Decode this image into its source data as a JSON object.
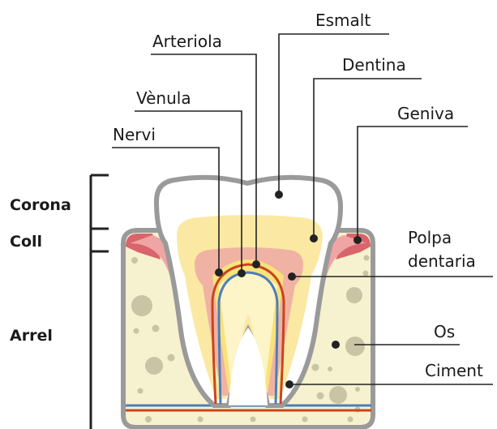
{
  "labels": {
    "esmalt": "Esmalt",
    "arteriola": "Arteriola",
    "dentina": "Dentina",
    "venula": "Vènula",
    "geniva": "Geniva",
    "nervi": "Nervi",
    "polpa_line1": "Polpa",
    "polpa_line2": "dentaria",
    "os": "Os",
    "ciment": "Ciment"
  },
  "regions": {
    "corona": "Corona",
    "coll": "Coll",
    "arrel": "Arrel"
  },
  "colors": {
    "bone": "#f6f2cf",
    "bone_spots": "#c9c5a4",
    "gum": "#d9646b",
    "gum_light": "#eea5a3",
    "enamel_outline": "#9a9a9a",
    "dentin": "#fbe9a3",
    "pulp": "#f0b3a3",
    "nerve": "#f9e27a",
    "artery": "#c8451f",
    "vein": "#4c7fb8",
    "leader": "#222222"
  }
}
